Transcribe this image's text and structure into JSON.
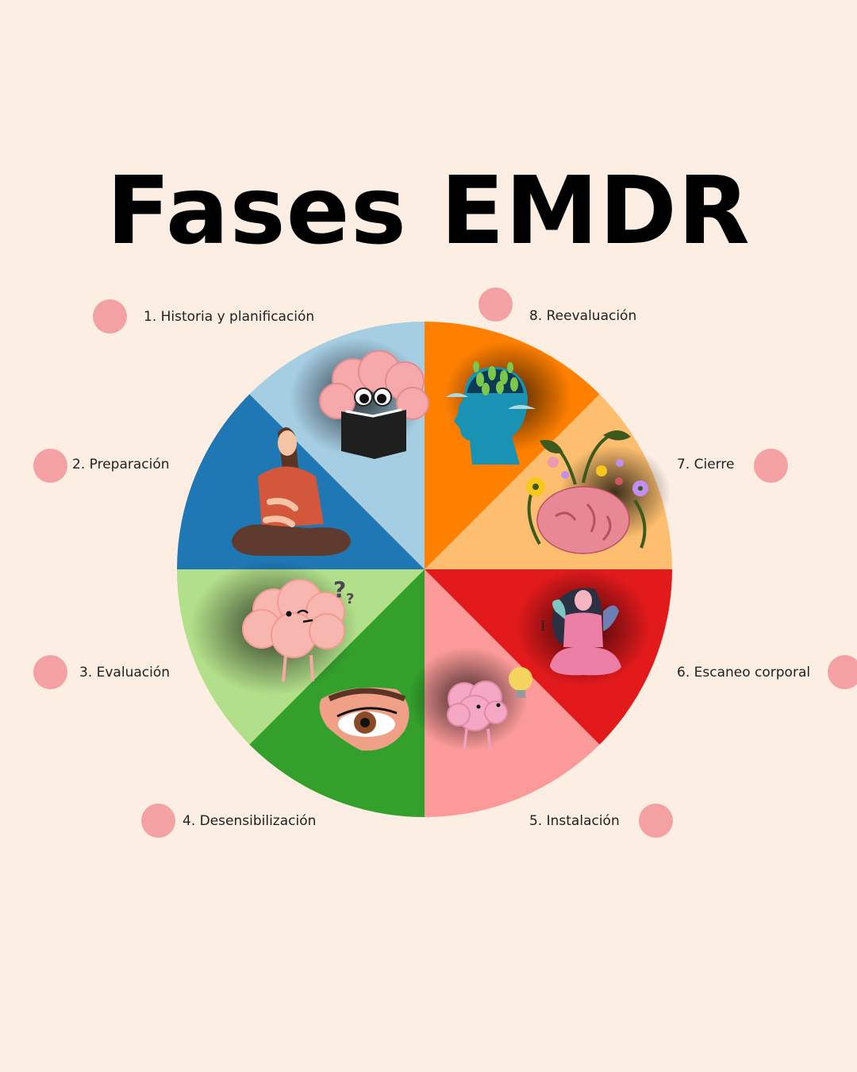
{
  "title": "Fases EMDR",
  "colors": {
    "background": "#fdeee3",
    "dot": "#f4a1a4",
    "title": "#000000"
  },
  "phases": [
    {
      "label": "1. Historia y planificación",
      "color": "#a6cee3",
      "illustration": "brain-reading-book-icon"
    },
    {
      "label": "2. Preparación",
      "color": "#1f78b4",
      "illustration": "woman-breathing-meditation-icon"
    },
    {
      "label": "3. Evaluación",
      "color": "#b2df8a",
      "illustration": "confused-brain-question-icon"
    },
    {
      "label": "4. Desensibilización",
      "color": "#33a02c",
      "illustration": "eye-icon"
    },
    {
      "label": "5. Instalación",
      "color": "#fb9a99",
      "illustration": "brain-lightbulb-icon"
    },
    {
      "label": "6. Escaneo corporal",
      "color": "#e31a1c",
      "illustration": "woman-self-hug-meditation-icon"
    },
    {
      "label": "7. Cierre",
      "color": "#fdbf6f",
      "illustration": "brain-flowers-icon"
    },
    {
      "label": "8. Reevaluación",
      "color": "#ff7f00",
      "illustration": "head-plants-growth-icon"
    }
  ],
  "stray_glyph": "I",
  "chart_data": {
    "type": "pie",
    "title": "Fases EMDR",
    "categories": [
      "1. Historia y planificación",
      "2. Preparación",
      "3. Evaluación",
      "4. Desensibilización",
      "5. Instalación",
      "6. Escaneo corporal",
      "7. Cierre",
      "8. Reevaluación"
    ],
    "values": [
      12.5,
      12.5,
      12.5,
      12.5,
      12.5,
      12.5,
      12.5,
      12.5
    ],
    "colors": [
      "#a6cee3",
      "#1f78b4",
      "#b2df8a",
      "#33a02c",
      "#fb9a99",
      "#e31a1c",
      "#fdbf6f",
      "#ff7f00"
    ],
    "start_angle": 90,
    "direction": "counterclockwise",
    "legend": "labels around pie with pink dot markers"
  }
}
